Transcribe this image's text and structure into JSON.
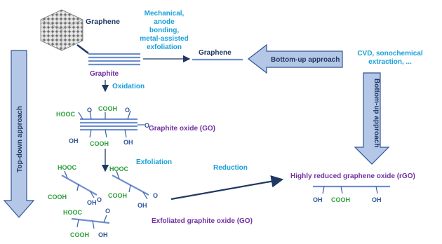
{
  "labels": {
    "graphene_top": "Graphene",
    "graphite": "Graphite",
    "mechanical": [
      "Mechanical,",
      "anode",
      "bonding,",
      "metal-assisted",
      "exfoliation"
    ],
    "graphene_center": "Graphene",
    "bottom_up_horizontal": "Bottom-up approach",
    "cvd": [
      "CVD, sonochemical",
      "extraction, ..."
    ],
    "bottom_up_vertical": "Bottom-up approach",
    "top_down": "Top-down approach",
    "oxidation": "Oxidation",
    "graphite_oxide": "Graphite oxide (GO)",
    "exfoliation": "Exfoliation",
    "reduction": "Reduction",
    "exfoliated_go": "Exfoliated graphite oxide (GO)",
    "rgo": "Highly reduced graphene oxide (rGO)"
  },
  "groups": {
    "hooc": "HOOC",
    "cooh": "COOH",
    "oh": "OH",
    "o": "O"
  },
  "colors": {
    "arrow_fill": "#b4c7e7",
    "arrow_stroke": "#2f5597",
    "sheet": "#6f8fce",
    "cyan_text": "#1aa0d8",
    "purple_text": "#7030a0",
    "green_text": "#2e9e3a"
  }
}
